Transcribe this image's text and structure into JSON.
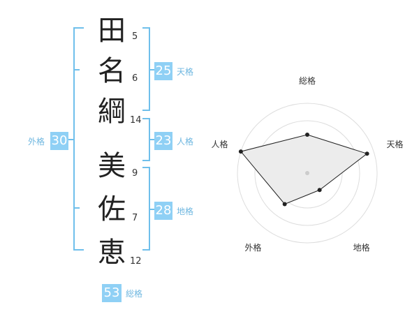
{
  "name_chars": [
    {
      "char": "田",
      "strokes": "5"
    },
    {
      "char": "名",
      "strokes": "6"
    },
    {
      "char": "綱",
      "strokes": "14"
    },
    {
      "char": "美",
      "strokes": "9"
    },
    {
      "char": "佐",
      "strokes": "7"
    },
    {
      "char": "恵",
      "strokes": "12"
    }
  ],
  "kaku": {
    "tenkaku": {
      "value": "25",
      "label": "天格"
    },
    "jinkaku": {
      "value": "23",
      "label": "人格"
    },
    "chikaku": {
      "value": "28",
      "label": "地格"
    },
    "gaikaku": {
      "value": "30",
      "label": "外格"
    },
    "soukaku": {
      "value": "53",
      "label": "総格"
    }
  },
  "colors": {
    "accent": "#8fd0f5",
    "bracket": "#6fbfeb",
    "radar_fill": "#ececec",
    "radar_line": "#222222",
    "ring": "#dddddd"
  },
  "chart_data": {
    "type": "radar",
    "axes": [
      "総格",
      "天格",
      "地格",
      "外格",
      "人格"
    ],
    "values": [
      0.55,
      0.9,
      0.3,
      0.55,
      1.0
    ],
    "rings": 4,
    "grid": true
  }
}
